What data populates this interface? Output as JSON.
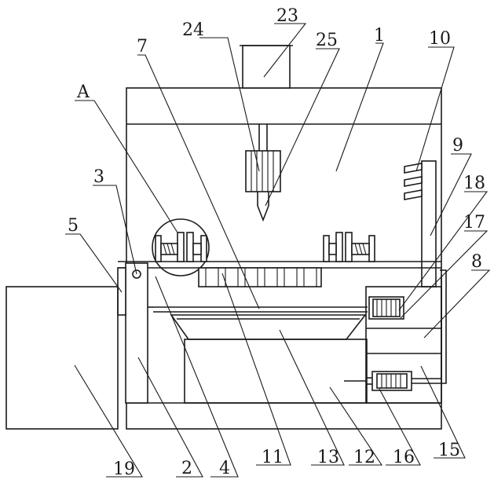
{
  "labels": {
    "l1": "1",
    "l2": "2",
    "l3": "3",
    "l4": "4",
    "l5": "5",
    "l7": "7",
    "l8": "8",
    "l9": "9",
    "l10": "10",
    "l11": "11",
    "l12": "12",
    "l13": "13",
    "l15": "15",
    "l16": "16",
    "l17": "17",
    "l18": "18",
    "l19": "19",
    "l23": "23",
    "l24": "24",
    "l25": "25",
    "lA": "A"
  }
}
